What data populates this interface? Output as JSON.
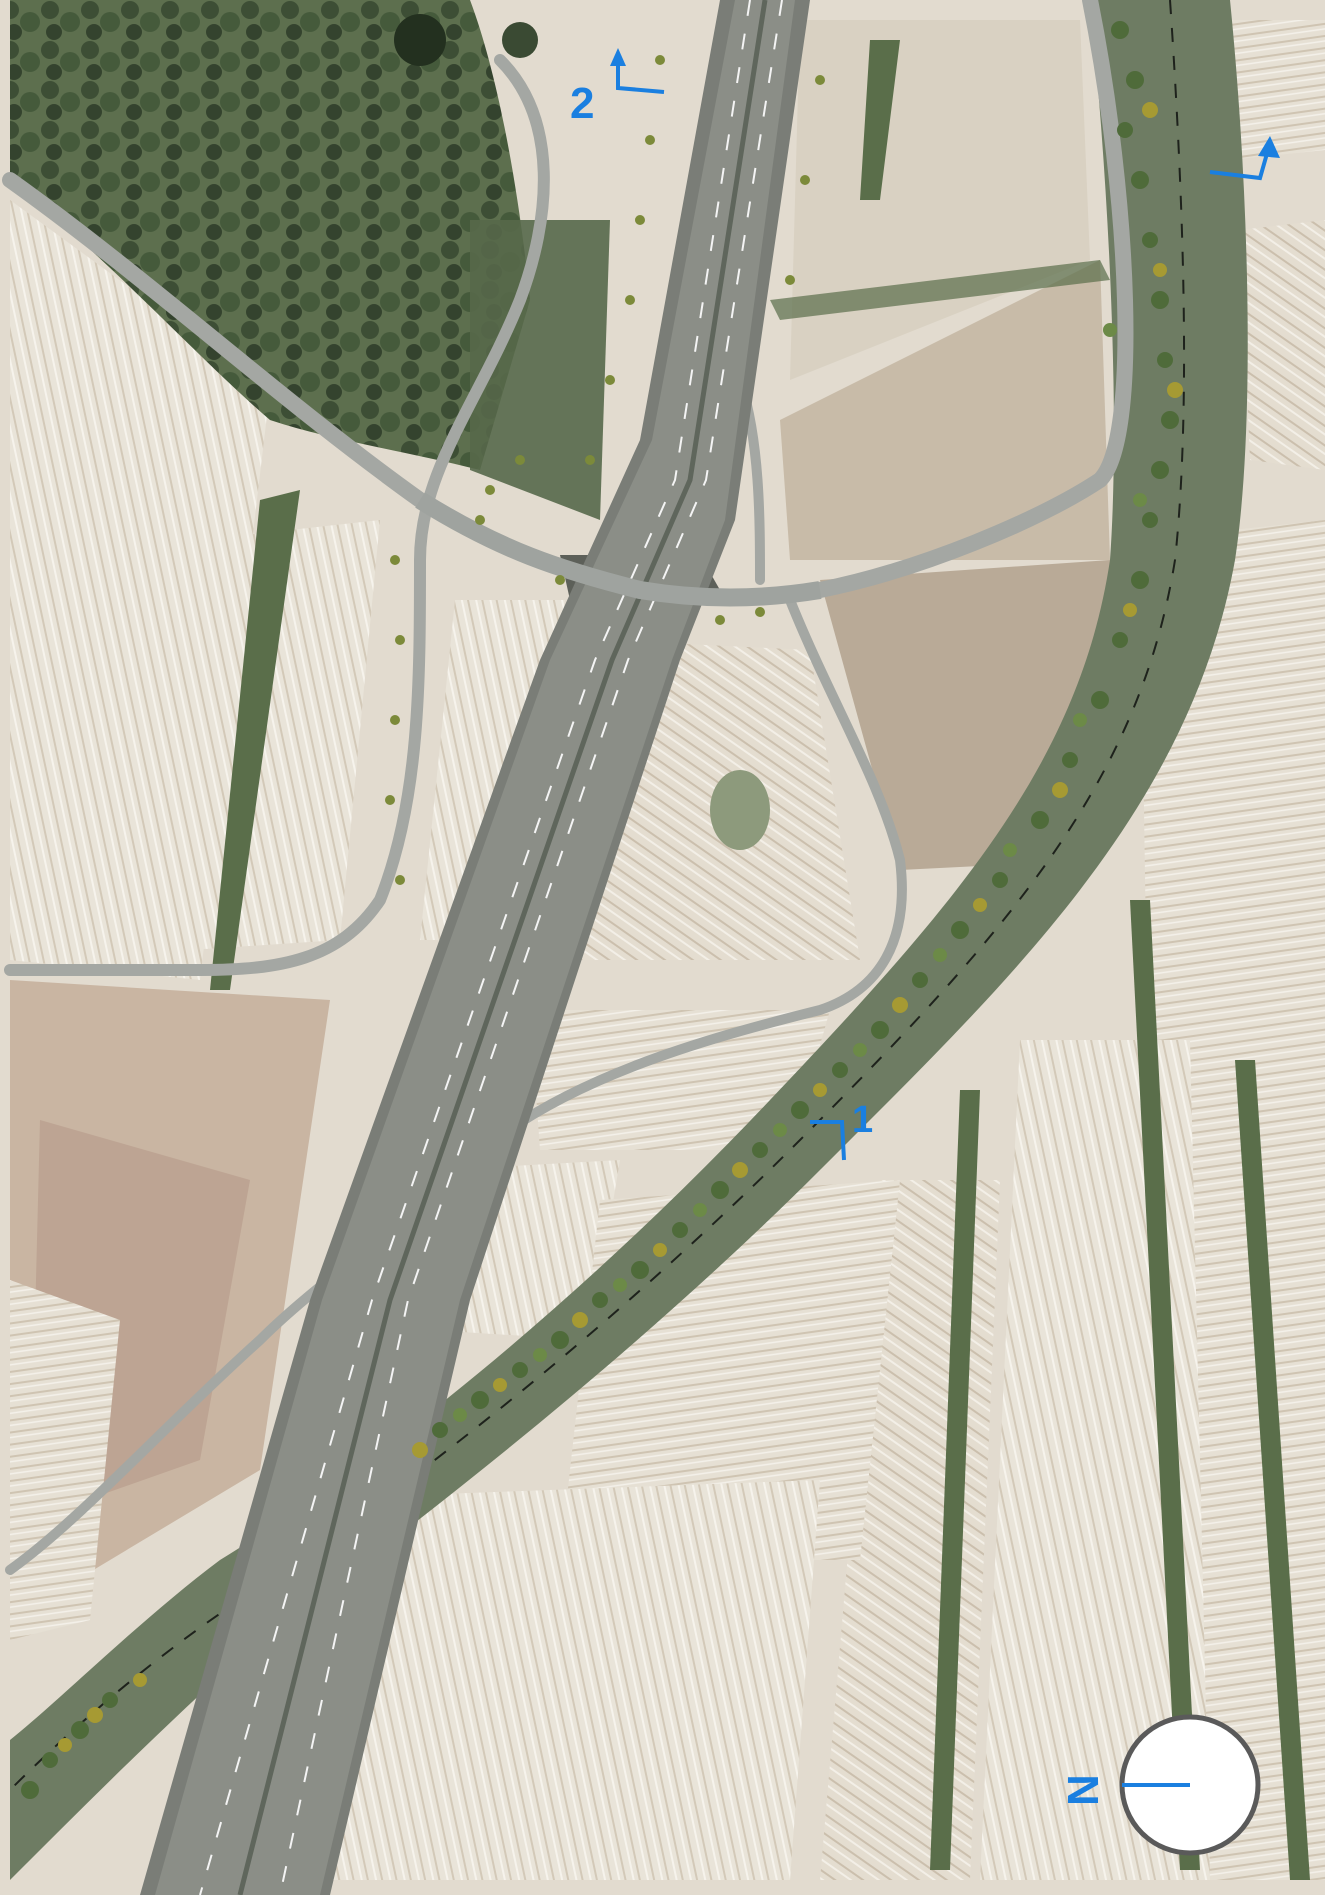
{
  "map": {
    "section_markers": [
      {
        "id": "2",
        "label": "2"
      },
      {
        "id": "1",
        "label": "1"
      },
      {
        "id": "3",
        "label": ""
      }
    ],
    "north_arrow": {
      "label": "N",
      "icon": "north-arrow-icon"
    },
    "colors": {
      "marker": "#1a7fe0",
      "field_light": "#e8e2d6",
      "field_dark": "#cfc4b3",
      "field_brown": "#b39c86",
      "proposed_corridor": "#6f7d64",
      "highway": "#7c7f79",
      "highway_median": "#5f665c",
      "local_road": "#a7aaa6",
      "tree_green": "#4e6a3a",
      "tree_yellow": "#a59a2e",
      "forest": "#3f5238"
    }
  }
}
